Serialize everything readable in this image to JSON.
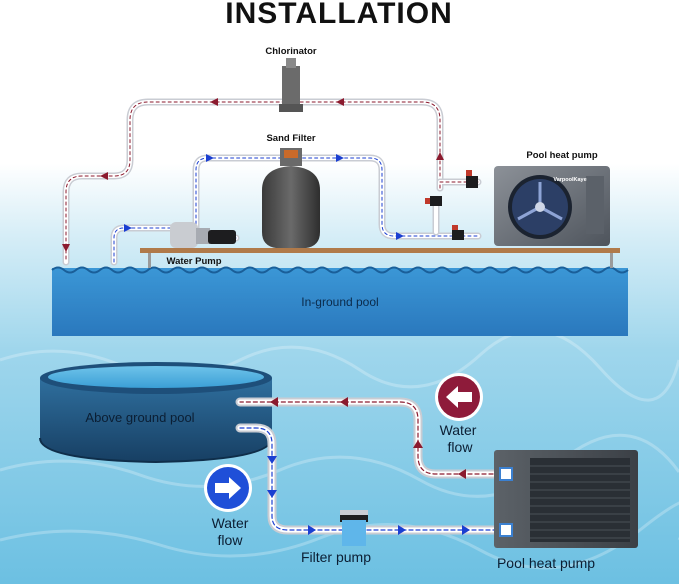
{
  "title": "INSTALLATION",
  "top_diagram": {
    "chlorinator": "Chlorinator",
    "sand_filter": "Sand Filter",
    "pool_heat_pump": "Pool heat pump",
    "heat_pump_brand": "VarpoolKaye",
    "water_pump": "Water Pump",
    "in_ground_pool": "In-ground pool"
  },
  "bottom_diagram": {
    "above_ground_pool": "Above ground pool",
    "water_flow_return_line1": "Water",
    "water_flow_return_line2": "flow",
    "water_flow_supply_line1": "Water",
    "water_flow_supply_line2": "flow",
    "filter_pump": "Filter pump",
    "pool_heat_pump": "Pool heat pump",
    "return_arrow_icon": "arrow-left-icon",
    "supply_arrow_icon": "arrow-right-icon"
  },
  "colors": {
    "pipe_return": "#8b1a2e",
    "pipe_supply": "#1b3fd1",
    "pool_water": "#2e86c9",
    "return_badge": "#8e1b3a",
    "supply_badge": "#1f4fd8"
  },
  "icons": {
    "return": "⬅",
    "supply": "➡"
  }
}
